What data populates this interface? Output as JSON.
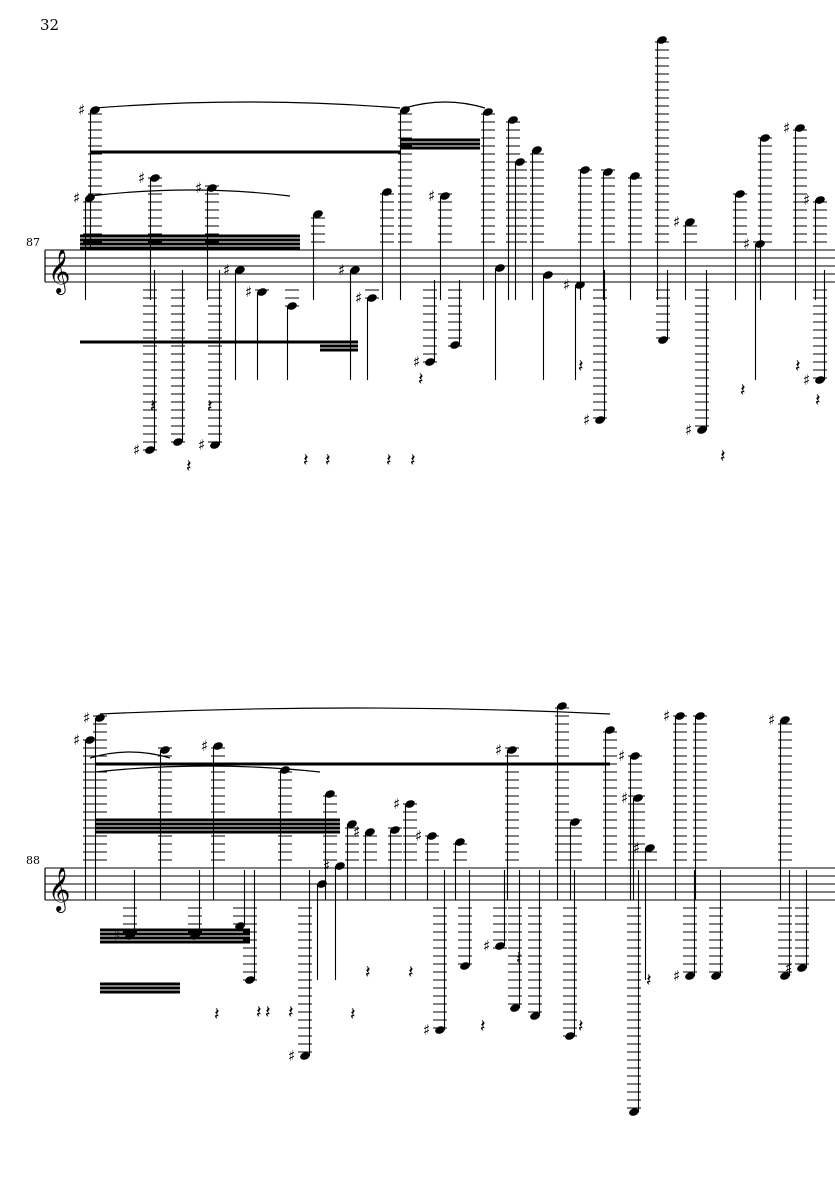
{
  "page": {
    "number": "32"
  },
  "systems": [
    {
      "measure_number": "87",
      "clef": "treble"
    },
    {
      "measure_number": "88",
      "clef": "treble"
    }
  ]
}
